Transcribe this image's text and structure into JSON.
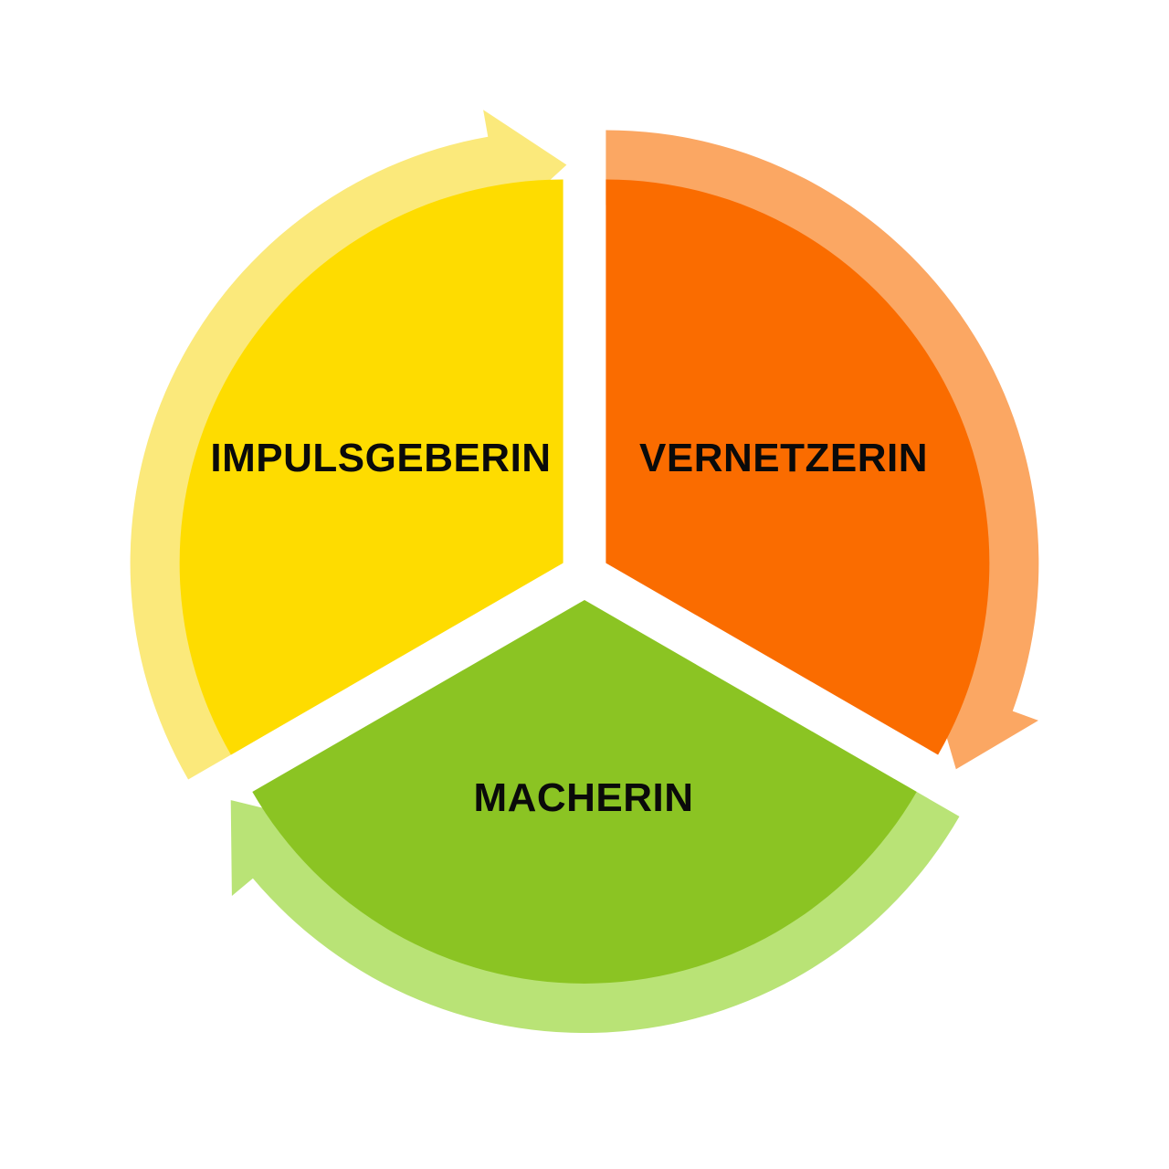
{
  "diagram": {
    "type": "cycle-diagram",
    "direction": "clockwise",
    "background_color": "#ffffff",
    "label_color": "#0a0a0a",
    "segments": [
      {
        "label": "IMPULSGEBERIN",
        "position": "top-left",
        "fill_color": "#FEDC00",
        "arrow_color": "#FBE97B"
      },
      {
        "label": "VERNETZERIN",
        "position": "top-right",
        "fill_color": "#FA6C00",
        "arrow_color": "#FBA763"
      },
      {
        "label": "MACHERIN",
        "position": "bottom",
        "fill_color": "#8BC423",
        "arrow_color": "#B9E376"
      }
    ]
  }
}
